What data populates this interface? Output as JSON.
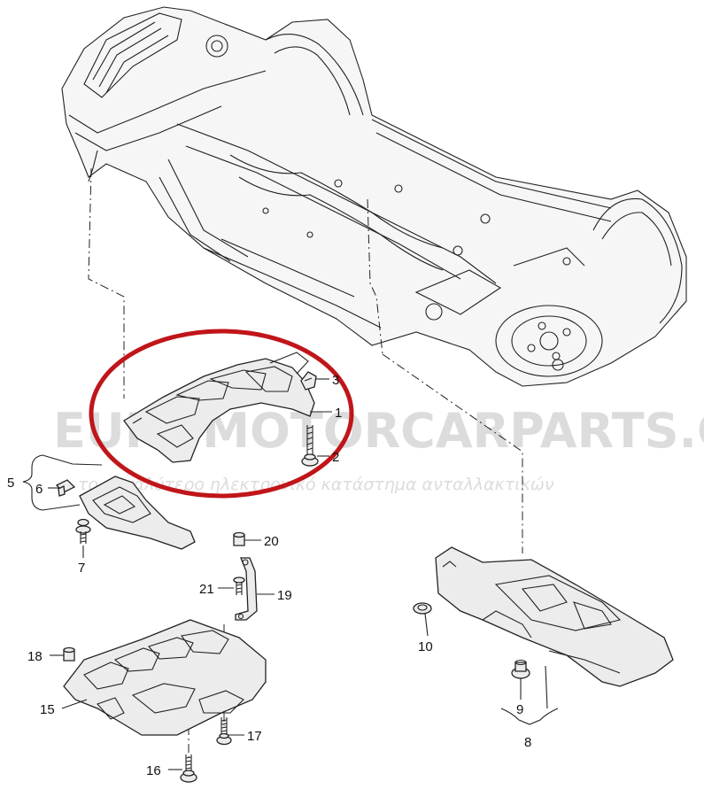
{
  "watermark": {
    "brand": "EUROMOTORCARPARTS.GR",
    "tagline": "το μεγαλύτερο ηλεκτρονικό κατάστημα ανταλλακτικών"
  },
  "highlight_color": "#c0151a",
  "callouts": [
    "1",
    "2",
    "3",
    "5",
    "6",
    "7",
    "8",
    "9",
    "10",
    "15",
    "16",
    "17",
    "18",
    "19",
    "20",
    "21"
  ]
}
